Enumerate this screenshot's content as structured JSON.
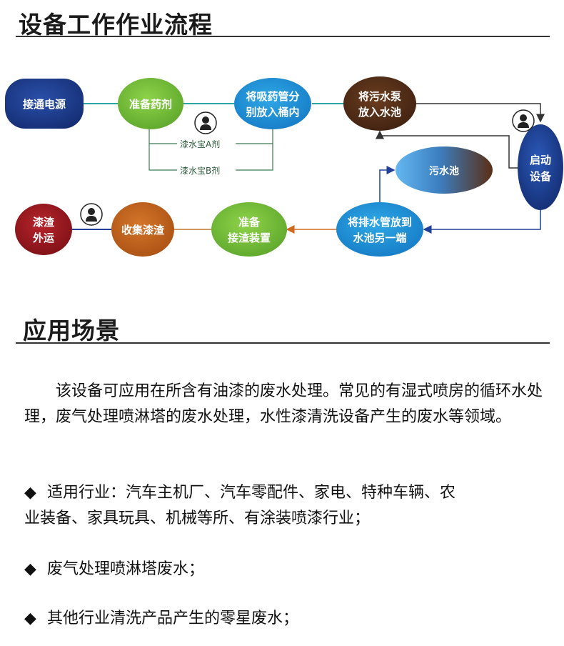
{
  "section1": {
    "title": "设备工作作业流程"
  },
  "section2": {
    "title": "应用场景"
  },
  "flow": {
    "nodes": {
      "power": "接通电源",
      "prep_agent": "准备药剂",
      "suction_l1": "将吸药管分",
      "suction_l2": "别放入桶内",
      "pump_l1": "将污水泵",
      "pump_l2": "放入水池",
      "start_l1": "启动",
      "start_l2": "设备",
      "pool": "污水池",
      "drain_l1": "将排水管放到",
      "drain_l2": "水池另一端",
      "slag_l1": "准备",
      "slag_l2": "接渣装置",
      "collect": "收集漆渣",
      "out_l1": "漆渣",
      "out_l2": "外运"
    },
    "labels": {
      "agent_a": "漆水宝A剂",
      "agent_b": "漆水宝B剂"
    }
  },
  "intro": "该设备可应用在所含有油漆的废水处理。常见的有湿式喷房的循环水处理，废气处理喷淋塔的废水处理，水性漆清洗设备产生的废水等领域。",
  "bullets": [
    {
      "symbol": "◆",
      "line1": "适用行业：汽车主机厂、汽车零配件、家电、特种车辆、农",
      "line2": "业装备、家具玩具、机械等所、有涂装喷漆行业；"
    },
    {
      "symbol": "◆",
      "line1": "废气处理喷淋塔废水；"
    },
    {
      "symbol": "◆",
      "line1": "其他行业清洗产品产生的零星废水；"
    }
  ]
}
